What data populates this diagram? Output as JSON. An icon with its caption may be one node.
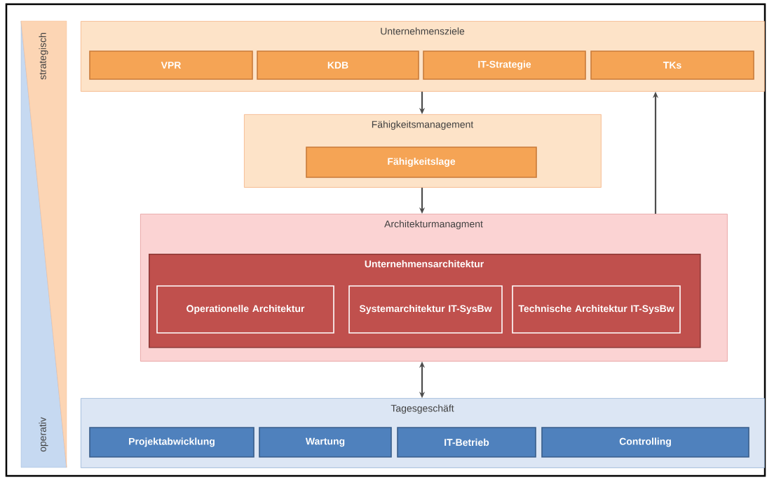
{
  "diagram": {
    "nodes": [
      {
        "text": [
          "Unternehmensziele"
        ]
      },
      {
        "text": [
          "VPR"
        ],
        "in": 0
      },
      {
        "text": [
          "KDB"
        ],
        "in": 0
      },
      {
        "text": [
          "IT-Strategie"
        ],
        "in": 0
      },
      {
        "text": [
          "TKs"
        ],
        "in": 0
      },
      {
        "text": [
          "Fähigkeitsmanagement"
        ]
      },
      {
        "text": [
          "Fähigkeitslage"
        ],
        "in": 5
      },
      {
        "text": [
          "Architekturmanagment"
        ]
      },
      {
        "text": [
          "Unternehmensarchitektur"
        ],
        "in": 7
      },
      {
        "text": [
          "Operationelle Architektur"
        ],
        "in": 8
      },
      {
        "text": [
          "Systemarchitektur IT-SysBw"
        ],
        "in": 8
      },
      {
        "text": [
          "Technische Architektur IT-SysBw"
        ],
        "in": 8
      },
      {
        "text": [
          "Tagesgeschäft"
        ]
      },
      {
        "text": [
          "Projektabwicklung"
        ],
        "in": 12
      },
      {
        "text": [
          "Wartung"
        ],
        "in": 12
      },
      {
        "text": [
          "IT-Betrieb"
        ],
        "in": 12
      },
      {
        "text": [
          "Controlling"
        ],
        "in": 12
      }
    ],
    "edges": [
      {
        "from": 0,
        "to": 5,
        "arrow": "to"
      },
      {
        "from": 5,
        "to": 7,
        "arrow": "to"
      },
      {
        "from": 7,
        "to": 0,
        "arrow": "to"
      },
      {
        "from": 7,
        "to": 12,
        "arrow": "both"
      }
    ],
    "labels": [
      "strategisch",
      "operativ"
    ]
  }
}
